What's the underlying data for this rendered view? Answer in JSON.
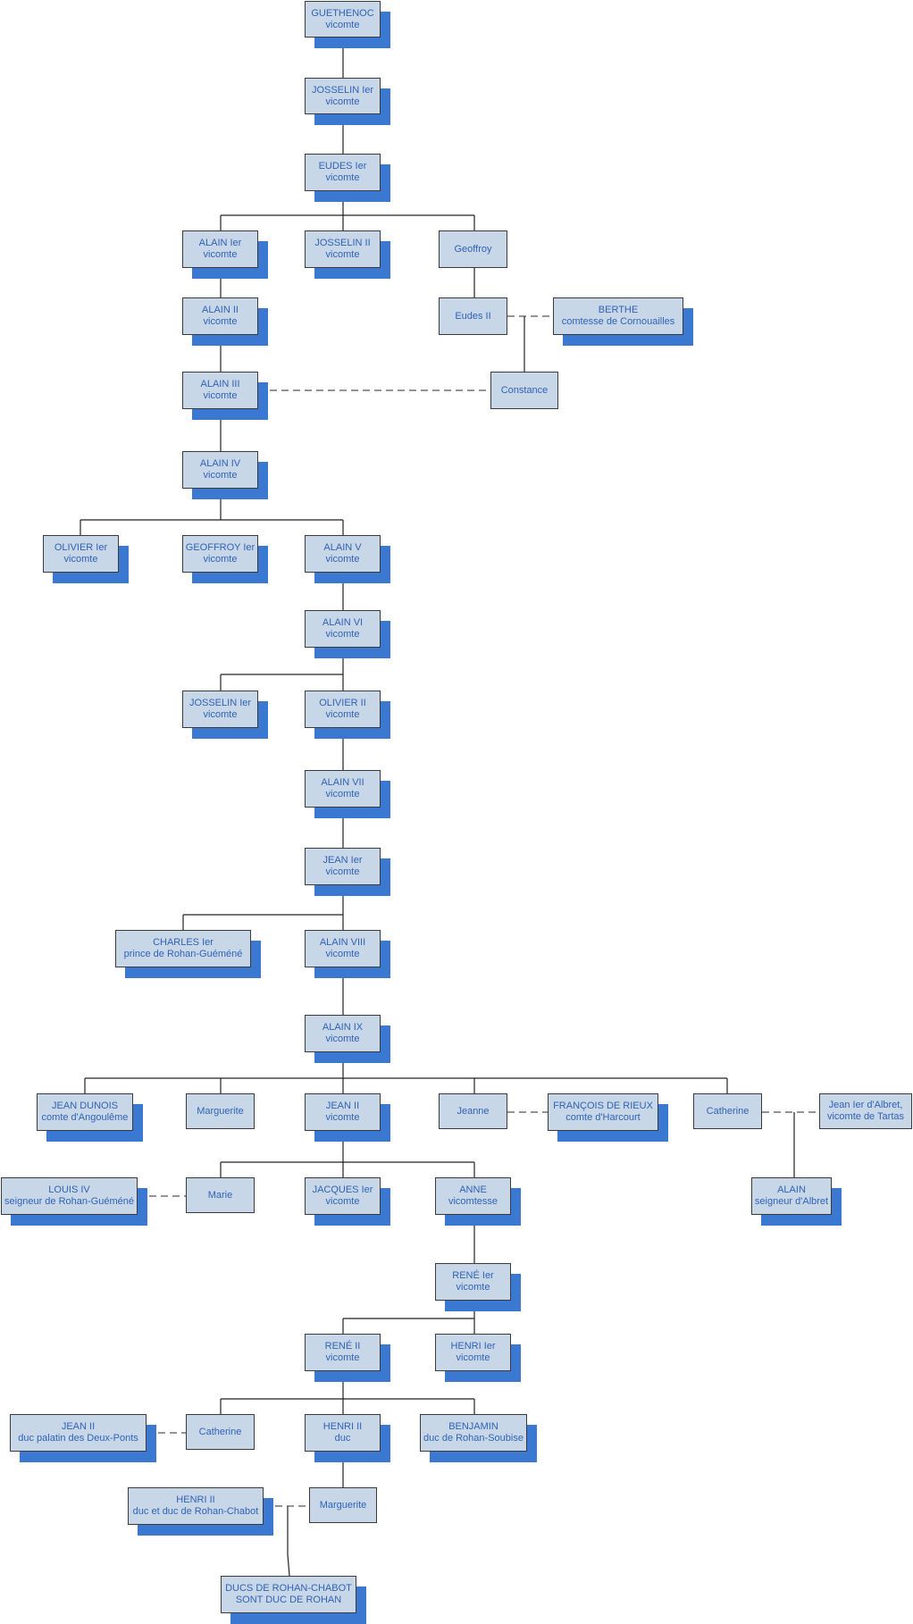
{
  "colors": {
    "box_fill": "#c8d7e8",
    "box_border": "#3a3a3a",
    "text": "#2f62b6",
    "shadow": "#3b78d2",
    "line": "#222222"
  },
  "persons": {
    "guethenoc": {
      "name": "GUETHENOC",
      "title": "vicomte"
    },
    "josselin1": {
      "name": "JOSSELIN Ier",
      "title": "vicomte"
    },
    "eudes1": {
      "name": "EUDES Ier",
      "title": "vicomte"
    },
    "alain1": {
      "name": "ALAIN Ier",
      "title": "vicomte"
    },
    "josselin2": {
      "name": "JOSSELIN II",
      "title": "vicomte"
    },
    "geoffroy": {
      "name": "Geoffroy",
      "title": ""
    },
    "alain2": {
      "name": "ALAIN II",
      "title": "vicomte"
    },
    "eudes2": {
      "name": "Eudes II",
      "title": ""
    },
    "berthe": {
      "name": "BERTHE",
      "title": "comtesse de Cornouailles"
    },
    "alain3": {
      "name": "ALAIN III",
      "title": "vicomte"
    },
    "constance": {
      "name": "Constance",
      "title": ""
    },
    "alain4": {
      "name": "ALAIN IV",
      "title": "vicomte"
    },
    "olivier1": {
      "name": "OLIVIER Ier",
      "title": "vicomte"
    },
    "geoffroy1": {
      "name": "GEOFFROY Ier",
      "title": "vicomte"
    },
    "alain5": {
      "name": "ALAIN V",
      "title": "vicomte"
    },
    "alain6": {
      "name": "ALAIN VI",
      "title": "vicomte"
    },
    "josselin1b": {
      "name": "JOSSELIN Ier",
      "title": "vicomte"
    },
    "olivier2": {
      "name": "OLIVIER II",
      "title": "vicomte"
    },
    "alain7": {
      "name": "ALAIN VII",
      "title": "vicomte"
    },
    "jean1": {
      "name": "JEAN Ier",
      "title": "vicomte"
    },
    "charles1": {
      "name": "CHARLES Ier",
      "title": "prince de Rohan-Guéméné"
    },
    "alain8": {
      "name": "ALAIN VIII",
      "title": "vicomte"
    },
    "alain9": {
      "name": "ALAIN IX",
      "title": "vicomte"
    },
    "jeandunois": {
      "name": "JEAN DUNOIS",
      "title": "comte d'Angoulême"
    },
    "marguerite1": {
      "name": "Marguerite",
      "title": ""
    },
    "jean2": {
      "name": "JEAN II",
      "title": "vicomte"
    },
    "jeanne": {
      "name": "Jeanne",
      "title": ""
    },
    "francois": {
      "name": "FRANÇOIS DE RIEUX",
      "title": "comte d'Harcourt"
    },
    "catherine1": {
      "name": "Catherine",
      "title": ""
    },
    "jeanalbret": {
      "name": "Jean Ier d'Albret,",
      "title": "vicomte de Tartas"
    },
    "louis4": {
      "name": "LOUIS IV",
      "title": "seigneur de Rohan-Guéméné"
    },
    "marie": {
      "name": "Marie",
      "title": ""
    },
    "jacques1": {
      "name": "JACQUES Ier",
      "title": "vicomte"
    },
    "anne": {
      "name": "ANNE",
      "title": "vicomtesse"
    },
    "alainalbret": {
      "name": "ALAIN",
      "title": "seigneur d'Albret"
    },
    "rene1": {
      "name": "RENÉ Ier",
      "title": "vicomte"
    },
    "rene2": {
      "name": "RENÉ II",
      "title": "vicomte"
    },
    "henri1": {
      "name": "HENRI Ier",
      "title": "vicomte"
    },
    "jean2dp": {
      "name": "JEAN II",
      "title": "duc palatin des Deux-Ponts"
    },
    "catherine2": {
      "name": "Catherine",
      "title": ""
    },
    "henri2duc": {
      "name": "HENRI II",
      "title": "duc"
    },
    "benjamin": {
      "name": "BENJAMIN",
      "title": "duc de Rohan-Soubise"
    },
    "henri2chabot": {
      "name": "HENRI II",
      "title": "duc et duc de Rohan-Chabot"
    },
    "marguerite2": {
      "name": "Marguerite",
      "title": ""
    },
    "ducs": {
      "name": "DUCS DE ROHAN-CHABOT",
      "title": "SONT DUC DE ROHAN"
    }
  }
}
